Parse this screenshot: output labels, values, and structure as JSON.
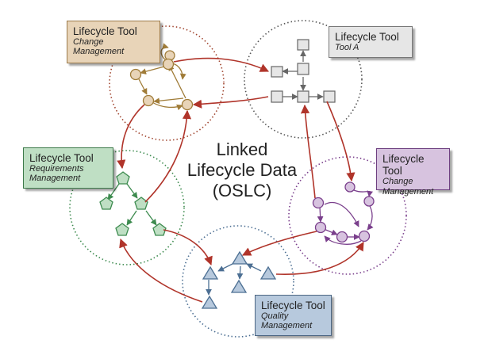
{
  "center": {
    "line1": "Linked",
    "line2": "Lifecycle Data",
    "line3": "(OSLC)"
  },
  "tools": {
    "change_top": {
      "title": "Lifecycle Tool",
      "subtitle_l1": "Change",
      "subtitle_l2": "Management",
      "color": "#e8d4b8"
    },
    "tool_a": {
      "title": "Lifecycle Tool",
      "subtitle_l1": "Tool A",
      "subtitle_l2": "",
      "color": "#e6e6e6"
    },
    "requirements": {
      "title": "Lifecycle Tool",
      "subtitle_l1": "Requirements",
      "subtitle_l2": "Management",
      "color": "#bfdfc4"
    },
    "change_right": {
      "title": "Lifecycle Tool",
      "subtitle_l1": "Change",
      "subtitle_l2": "Management",
      "color": "#d7c3df"
    },
    "quality": {
      "title": "Lifecycle Tool",
      "subtitle_l1": "Quality",
      "subtitle_l2": "Management",
      "color": "#b7c9dd"
    }
  },
  "colors": {
    "link_arrow": "#b0342a",
    "change_top": "#a07c38",
    "tool_a": "#666666",
    "requirements": "#3d8b4f",
    "change_right": "#7a3f8c",
    "quality": "#4c6f93"
  }
}
